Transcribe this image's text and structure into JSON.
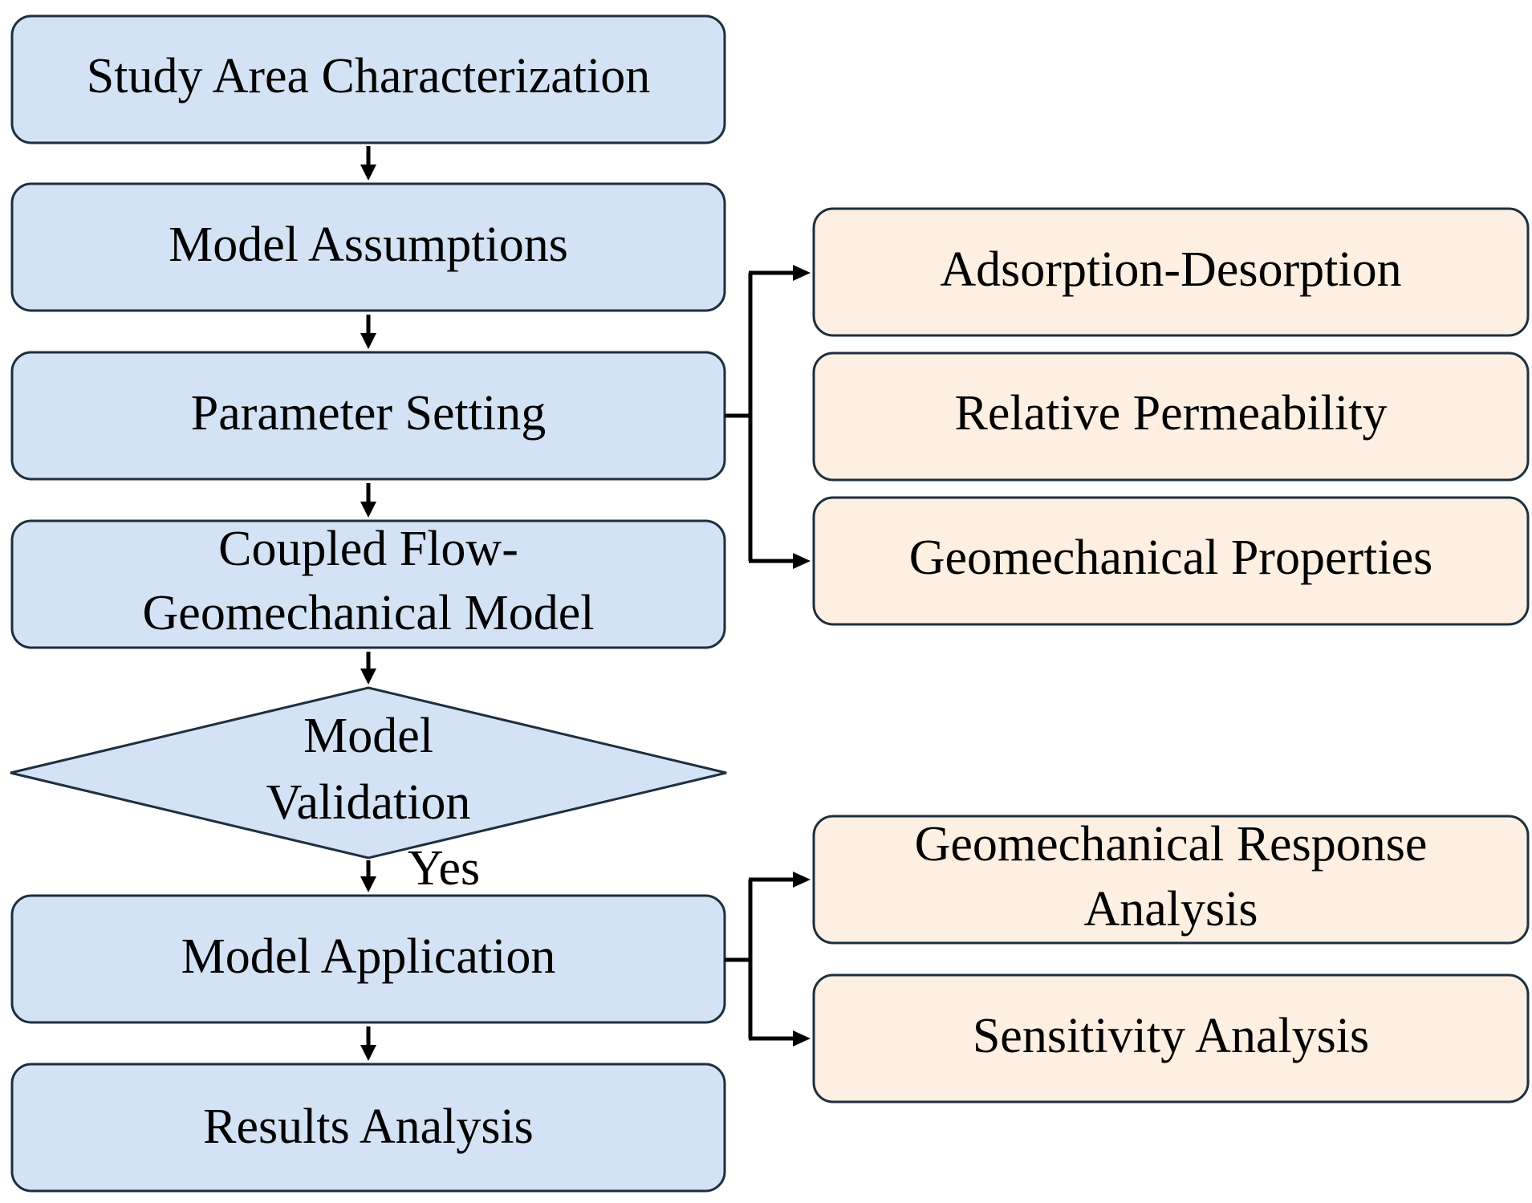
{
  "nodes": {
    "study_area": "Study Area Characterization",
    "model_assumptions": "Model Assumptions",
    "parameter_setting": "Parameter Setting",
    "coupled_model_line1": "Coupled Flow-",
    "coupled_model_line2": "Geomechanical Model",
    "validation_line1": "Model",
    "validation_line2": "Validation",
    "model_application": "Model Application",
    "results_analysis": "Results Analysis",
    "adsorption": "Adsorption-Desorption",
    "relative_permeability": "Relative Permeability",
    "geomechanical_properties": "Geomechanical Properties",
    "response_line1": "Geomechanical Response",
    "response_line2": "Analysis",
    "sensitivity": "Sensitivity Analysis"
  },
  "edge_labels": {
    "yes": "Yes"
  },
  "colors": {
    "main_step_fill": "#d3e2f4",
    "detail_fill": "#fdefe1",
    "border": "#1e2f3f",
    "connector": "#000000"
  }
}
